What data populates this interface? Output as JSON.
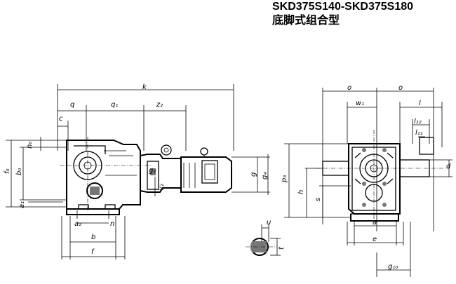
{
  "title": {
    "model_range": "SKD375S140-SKD375S180",
    "subtitle": "底脚式组合型"
  },
  "dimensions": {
    "k": "k",
    "q": "q",
    "q1": "q₁",
    "z2": "z₂",
    "c": "c",
    "h0": "h₀",
    "f0": "f₀",
    "b0": "b₀",
    "a1": "a₁",
    "a2": "a₂",
    "n": "n",
    "b": "b",
    "f": "f",
    "g2": "g₂",
    "v2": "v₂",
    "g": "g",
    "g4": "g₄",
    "o_left": "o",
    "o_right": "o",
    "w1": "w₁",
    "l": "l",
    "l12": "l₁₂",
    "l11": "l₁₁",
    "p3": "p₃",
    "h": "h",
    "s": "s",
    "d": "d",
    "a": "a",
    "e": "e",
    "g10": "g₁₀",
    "u": "u",
    "t": "t"
  }
}
